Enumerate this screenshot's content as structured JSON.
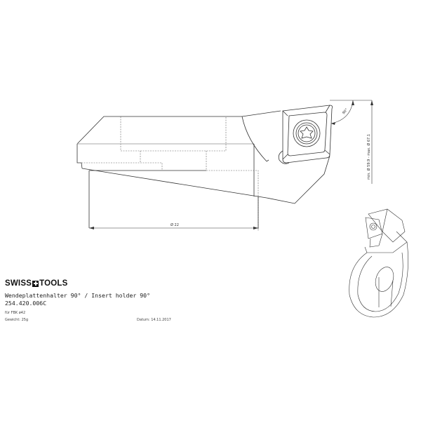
{
  "title_block": {
    "brand_left": "SWISS",
    "brand_right": "TOOLS",
    "brand_icon": "swiss-cross-icon",
    "product_name": "Wendeplattenhalter 90° / Insert holder 90°",
    "article_number": "254.420.006C",
    "compatibility": "für FBK ø42",
    "weight": "Gewicht: 25g",
    "date": "Datum: 14.11.2017"
  },
  "dimensions": {
    "diameter_label": "Ø 22",
    "angle_label": "90°",
    "range_label": "min. Ø 59.9 - max. Ø 67.1"
  },
  "views": {
    "main": "side-view",
    "iso": "isometric-view"
  },
  "colors": {
    "line": "#333333",
    "hidden": "#555555",
    "background": "#ffffff"
  }
}
